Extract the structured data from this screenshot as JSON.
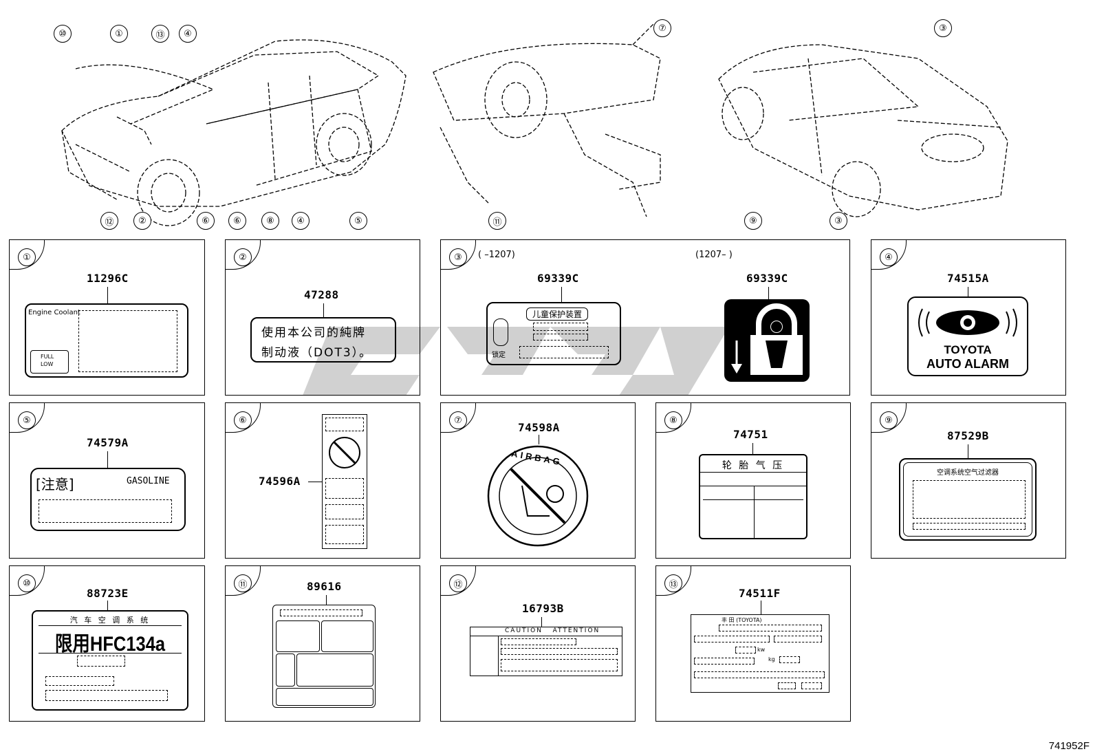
{
  "callouts_top": [
    "⑩",
    "①",
    "⑬",
    "④",
    "⑦",
    "③",
    "⑫",
    "②",
    "⑥",
    "⑥",
    "⑧",
    "④",
    "⑤",
    "⑪",
    "⑨",
    "③"
  ],
  "panels": {
    "p1": {
      "num": "①",
      "part": "11296C",
      "text1": "Engine Coolant",
      "text2": "FULL",
      "text3": "LOW"
    },
    "p2": {
      "num": "②",
      "part": "47288",
      "line1": "使用本公司的純牌",
      "line2": "制动液（DOT3）。"
    },
    "p3": {
      "num": "③",
      "range1": "(  –1207)",
      "range2": "(1207–  )",
      "part1": "69339C",
      "part2": "69339C",
      "cn_title": "儿童保护装置",
      "cn_lock": "锁定"
    },
    "p4": {
      "num": "④",
      "part": "74515A",
      "text1": "TOYOTA",
      "text2": "AUTO ALARM"
    },
    "p5": {
      "num": "⑤",
      "part": "74579A",
      "cn": "[注意]",
      "text": "GASOLINE"
    },
    "p6": {
      "num": "⑥",
      "part": "74596A"
    },
    "p7": {
      "num": "⑦",
      "part": "74598A",
      "text": "AIRBAG"
    },
    "p8": {
      "num": "⑧",
      "part": "74751",
      "cn": "轮 胎 气 压"
    },
    "p9": {
      "num": "⑨",
      "part": "87529B",
      "cn": "空调系统空气过滤器"
    },
    "p10": {
      "num": "⑩",
      "part": "88723E",
      "cn_top": "汽 车 空 调 系 统",
      "big": "限用HFC134a"
    },
    "p11": {
      "num": "⑪",
      "part": "89616"
    },
    "p12": {
      "num": "⑫",
      "part": "16793B",
      "caution": "CAUTION   ATTENTION"
    },
    "p13": {
      "num": "⑬",
      "part": "74511F",
      "hdr": "丰 田 (TOYOTA)",
      "kw": "kw",
      "kg": "kg"
    }
  },
  "diagram_code": "741952F"
}
